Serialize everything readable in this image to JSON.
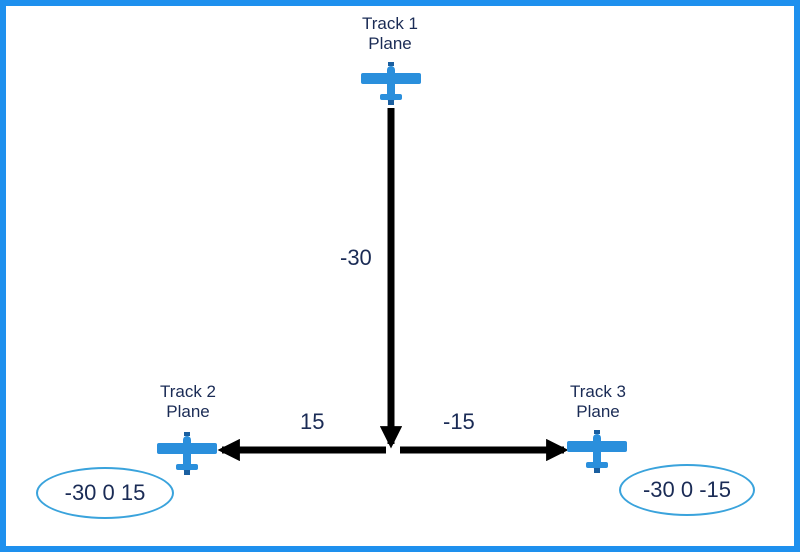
{
  "tracks": [
    {
      "line1": "Track 1",
      "line2": "Plane"
    },
    {
      "line1": "Track 2",
      "line2": "Plane"
    },
    {
      "line1": "Track 3",
      "line2": "Plane"
    }
  ],
  "arrows": {
    "vertical_value": "-30",
    "left_value": "15",
    "right_value": "-15"
  },
  "results": {
    "left": "-30 0 15",
    "right": "-30 0 -15"
  },
  "colors": {
    "frame": "#1e90ee",
    "plane": "#2a8fdc",
    "arrow": "#000000",
    "text": "#1a2b55",
    "pill_border": "#3aa3dc"
  },
  "icons": [
    "airplane-icon",
    "airplane-icon",
    "airplane-icon"
  ]
}
